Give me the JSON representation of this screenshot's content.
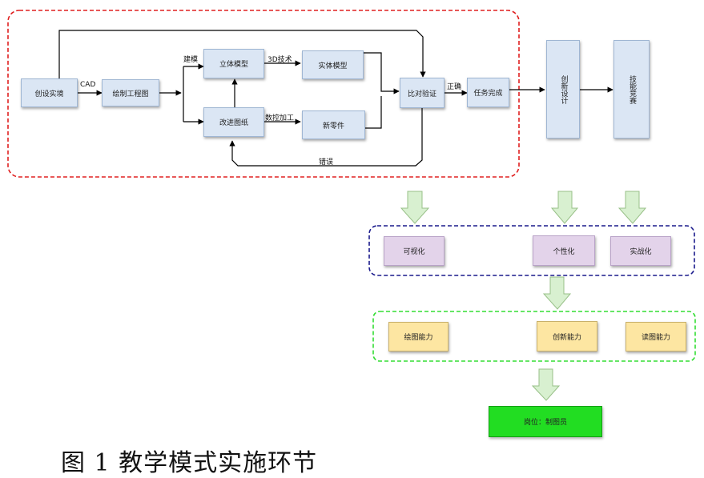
{
  "nodes": {
    "create_scene": "创设实境",
    "draw_drawing": "绘制工程图",
    "solid_model": "立体模型",
    "real_model": "实体模型",
    "improve_drawing": "改进图纸",
    "new_part": "新零件",
    "compare_verify": "比对验证",
    "task_complete": "任务完成",
    "innovative_design": "创新设计",
    "skill_competition": "技能竞赛",
    "visualization": "可视化",
    "personalization": "个性化",
    "practical": "实战化",
    "drafting_ability": "绘图能力",
    "innovation_ability": "创新能力",
    "reading_ability": "读图能力",
    "position": "岗位：制图员"
  },
  "edge_labels": {
    "cad": "CAD",
    "modeling": "建模",
    "tech_3d": "3D技术",
    "cnc": "数控加工",
    "correct": "正确",
    "error": "错误"
  },
  "caption": "图 1  教学模式实施环节",
  "colors": {
    "process_box": "#dbe6f4",
    "feature_box": "#e3d3ea",
    "ability_box": "#fde6a2",
    "position_box": "#22dd22",
    "group_red": "#e02020",
    "group_blue": "#1a1a8c",
    "group_green": "#33dd33",
    "down_arrow": "#d8f0d0"
  }
}
